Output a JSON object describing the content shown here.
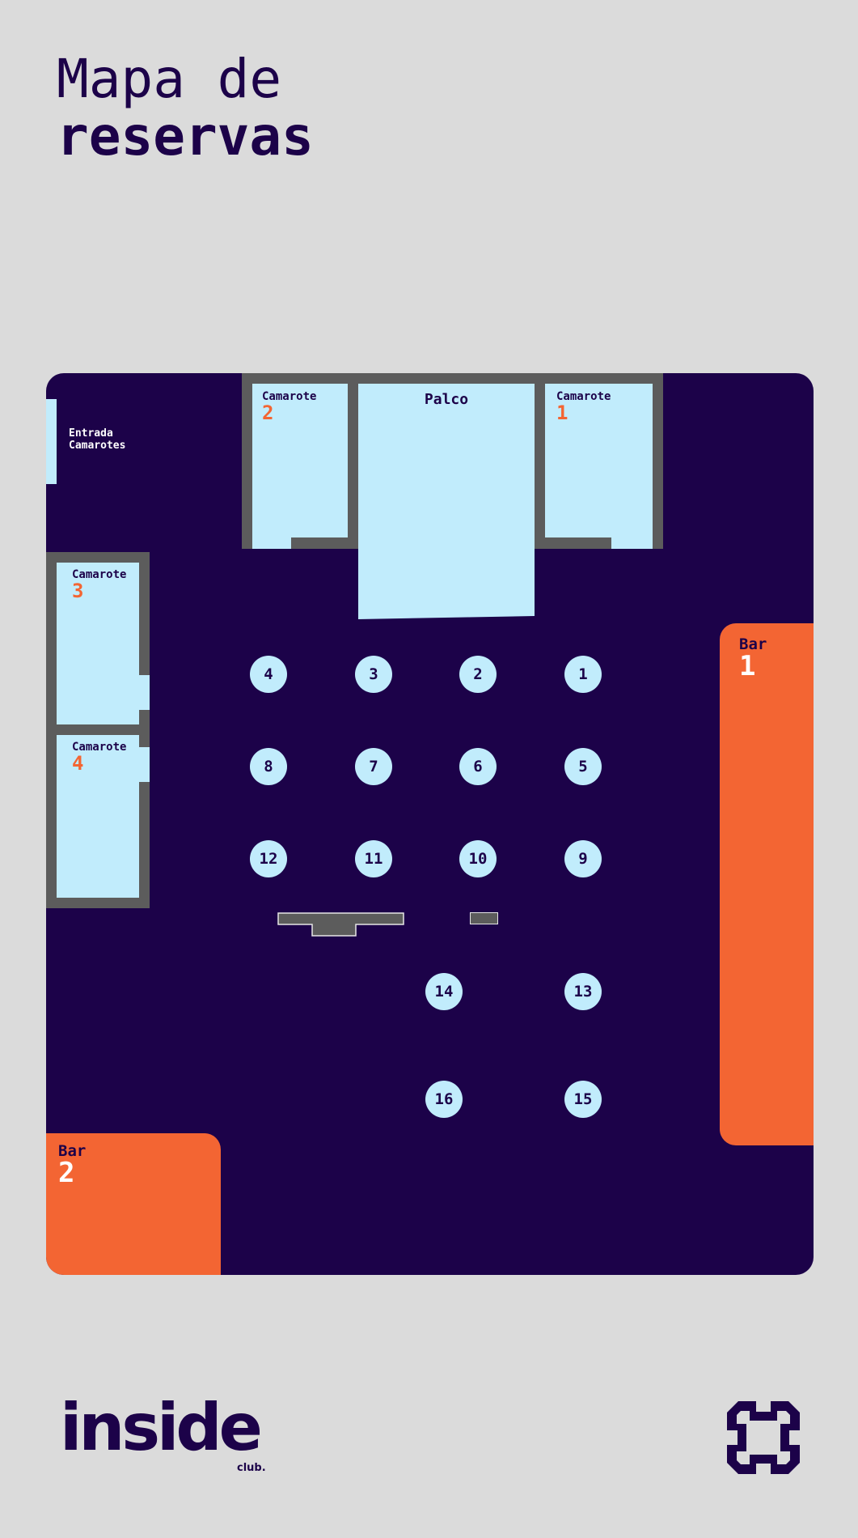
{
  "header": {
    "title_line1": "Mapa de",
    "title_line2": "reservas"
  },
  "map": {
    "entrance_label_line1": "Entrada",
    "entrance_label_line2": "Camarotes",
    "stage_label": "Palco",
    "camarotes": [
      {
        "label": "Camarote",
        "number": "1"
      },
      {
        "label": "Camarote",
        "number": "2"
      },
      {
        "label": "Camarote",
        "number": "3"
      },
      {
        "label": "Camarote",
        "number": "4"
      }
    ],
    "bars": [
      {
        "label": "Bar",
        "number": "1"
      },
      {
        "label": "Bar",
        "number": "2"
      }
    ],
    "tables": [
      "1",
      "2",
      "3",
      "4",
      "5",
      "6",
      "7",
      "8",
      "9",
      "10",
      "11",
      "12",
      "13",
      "14",
      "15",
      "16"
    ]
  },
  "colors": {
    "background": "#dbdbdb",
    "floor": "#1c0249",
    "area_light": "#c1ecfc",
    "wall": "#5c5c5c",
    "accent": "#f36533"
  },
  "footer": {
    "logo_text": "inside",
    "logo_subtext": "club."
  }
}
